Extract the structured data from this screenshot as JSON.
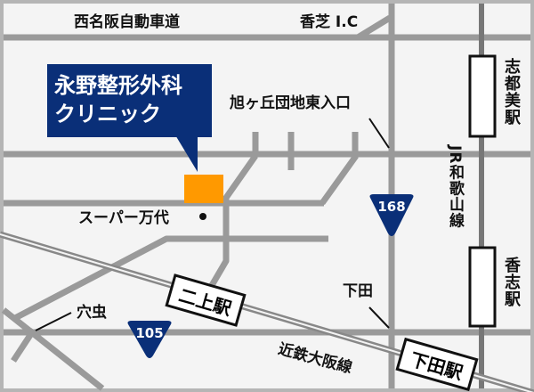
{
  "labels": {
    "expressway": "西名阪自動車道",
    "interchange": "香芝 I.C",
    "intersection_asahigaoka": "旭ヶ丘団地東入口",
    "supermarket": "スーパー万代",
    "anamushi": "穴虫",
    "shimoda": "下田",
    "kintetsu_line": "近鉄大阪線",
    "jr_line": "JR和歌山線"
  },
  "clinic": {
    "line1": "永野整形外科",
    "line2": "クリニック"
  },
  "stations": {
    "nijo": "二上駅",
    "shimoda": "下田駅",
    "shitomi": "志都美駅",
    "kashiba": "香志駅"
  },
  "routes": {
    "r168": "168",
    "r105": "105"
  },
  "colors": {
    "road": "#9a9a9a",
    "navy": "#0a2f78",
    "clinic_marker": "#ff9900"
  }
}
